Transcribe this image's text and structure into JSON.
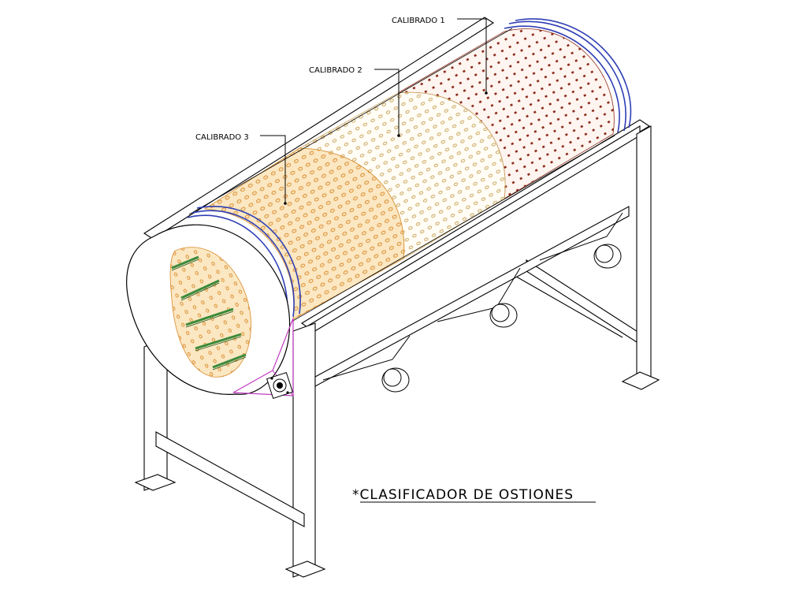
{
  "callouts": {
    "calibrado_1": "CALIBRADO 1",
    "calibrado_2": "CALIBRADO 2",
    "calibrado_3": "CALIBRADO 3"
  },
  "title": {
    "prefix": "*",
    "text": "CLASIFICADOR DE OSTIONES"
  },
  "colors": {
    "section_1_dots": "#8b2a1a",
    "section_2_dots": "#c9a25a",
    "section_3_dots": "#d98a2a",
    "section_3_fill": "#fbe7c2",
    "ring_blue": "#2f3fb5",
    "motor_magenta": "#c03ac0",
    "inner_slats": "#3a8a3a"
  }
}
